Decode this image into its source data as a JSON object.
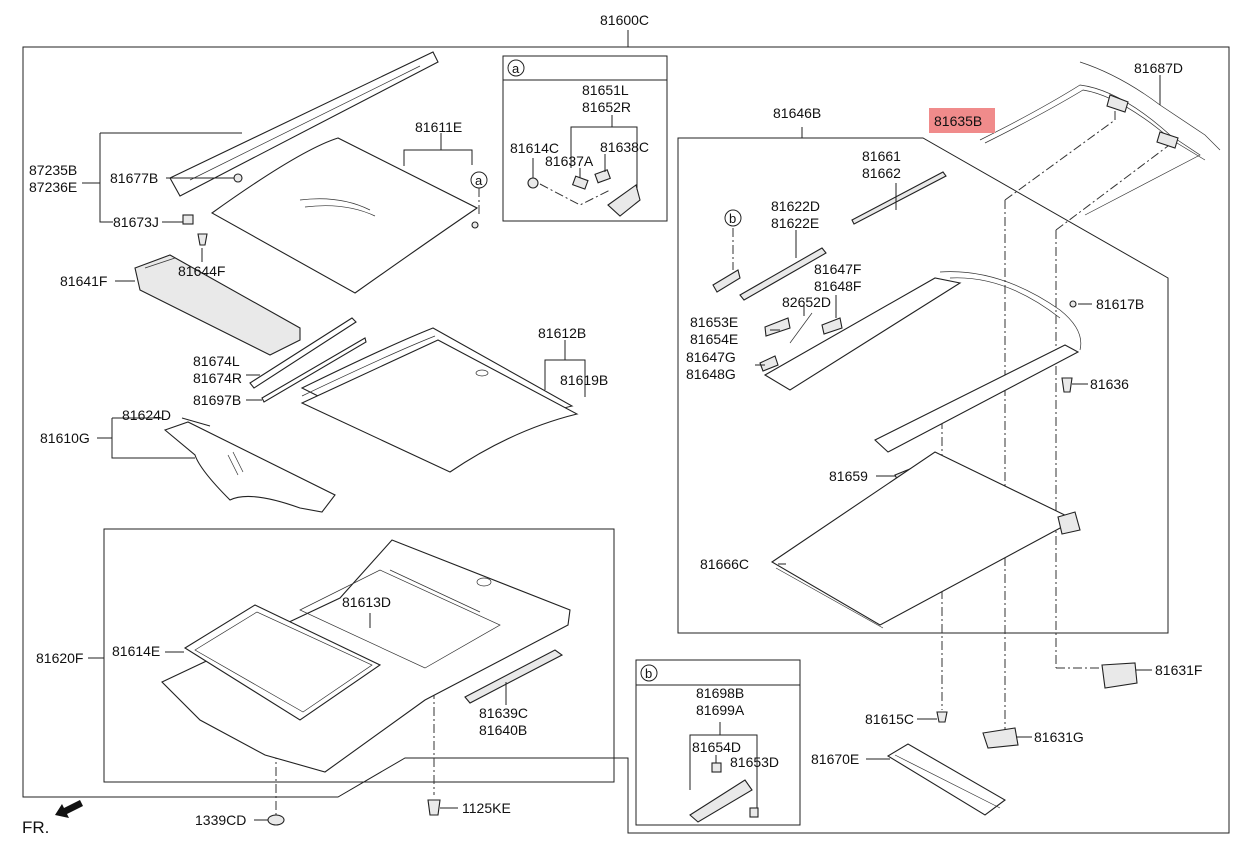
{
  "main_assembly": "81600C",
  "highlight_color": "#f08b8b",
  "highlighted_part": "81635B",
  "labels": {
    "p87235B": "87235B",
    "p87236E": "87236E",
    "p81677B": "81677B",
    "p81673J": "81673J",
    "p81644F": "81644F",
    "p81641F": "81641F",
    "p81611E": "81611E",
    "p81674L": "81674L",
    "p81674R": "81674R",
    "p81697B": "81697B",
    "p81612B": "81612B",
    "p81619B": "81619B",
    "p81624D": "81624D",
    "p81610G": "81610G",
    "p81613D": "81613D",
    "p81614E": "81614E",
    "p81620F": "81620F",
    "p81639C": "81639C",
    "p81640B": "81640B",
    "p1339CD": "1339CD",
    "p1125KE": "1125KE",
    "p81651L": "81651L",
    "p81652R": "81652R",
    "p81614C": "81614C",
    "p81637A": "81637A",
    "p81638C": "81638C",
    "p81646B": "81646B",
    "p81635B": "81635B",
    "p81687D": "81687D",
    "p81661": "81661",
    "p81662": "81662",
    "p81622D": "81622D",
    "p81622E": "81622E",
    "p81647F": "81647F",
    "p81648F": "81648F",
    "p82652D": "82652D",
    "p81653E": "81653E",
    "p81654E": "81654E",
    "p81647G": "81647G",
    "p81648G": "81648G",
    "p81617B": "81617B",
    "p81636": "81636",
    "p81659": "81659",
    "p81666C": "81666C",
    "p81631F": "81631F",
    "p81615C": "81615C",
    "p81631G": "81631G",
    "p81670E": "81670E",
    "p81698B": "81698B",
    "p81699A": "81699A",
    "p81654D": "81654D",
    "p81653D": "81653D"
  },
  "callouts": {
    "a": "a",
    "b": "b"
  },
  "direction_label": "FR."
}
